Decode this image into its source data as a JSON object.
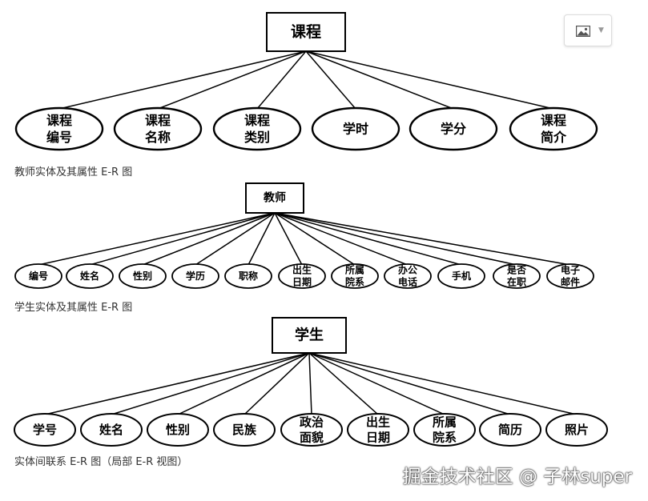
{
  "image_button": {
    "icon": "image-icon",
    "dropdown_icon": "chevron-down-icon"
  },
  "diagrams": [
    {
      "id": "course",
      "entity": "课程",
      "attributes": [
        [
          "课程",
          "编号"
        ],
        [
          "课程",
          "名称"
        ],
        [
          "课程",
          "类别"
        ],
        [
          "学时"
        ],
        [
          "学分"
        ],
        [
          "课程",
          "简介"
        ]
      ]
    },
    {
      "id": "teacher",
      "caption": "教师实体及其属性 E-R 图",
      "entity": "教师",
      "attributes": [
        [
          "编号"
        ],
        [
          "姓名"
        ],
        [
          "性别"
        ],
        [
          "学历"
        ],
        [
          "职称"
        ],
        [
          "出生",
          "日期"
        ],
        [
          "所属",
          "院系"
        ],
        [
          "办公",
          "电话"
        ],
        [
          "手机"
        ],
        [
          "是否",
          "在职"
        ],
        [
          "电子",
          "邮件"
        ]
      ]
    },
    {
      "id": "student",
      "caption": "学生实体及其属性 E-R 图",
      "entity": "学生",
      "attributes": [
        [
          "学号"
        ],
        [
          "姓名"
        ],
        [
          "性别"
        ],
        [
          "民族"
        ],
        [
          "政治",
          "面貌"
        ],
        [
          "出生",
          "日期"
        ],
        [
          "所属",
          "院系"
        ],
        [
          "简历"
        ],
        [
          "照片"
        ]
      ]
    }
  ],
  "footer_caption": "实体间联系 E-R 图（局部 E-R 视图）",
  "watermark": "掘金技术社区 @ 子林super"
}
